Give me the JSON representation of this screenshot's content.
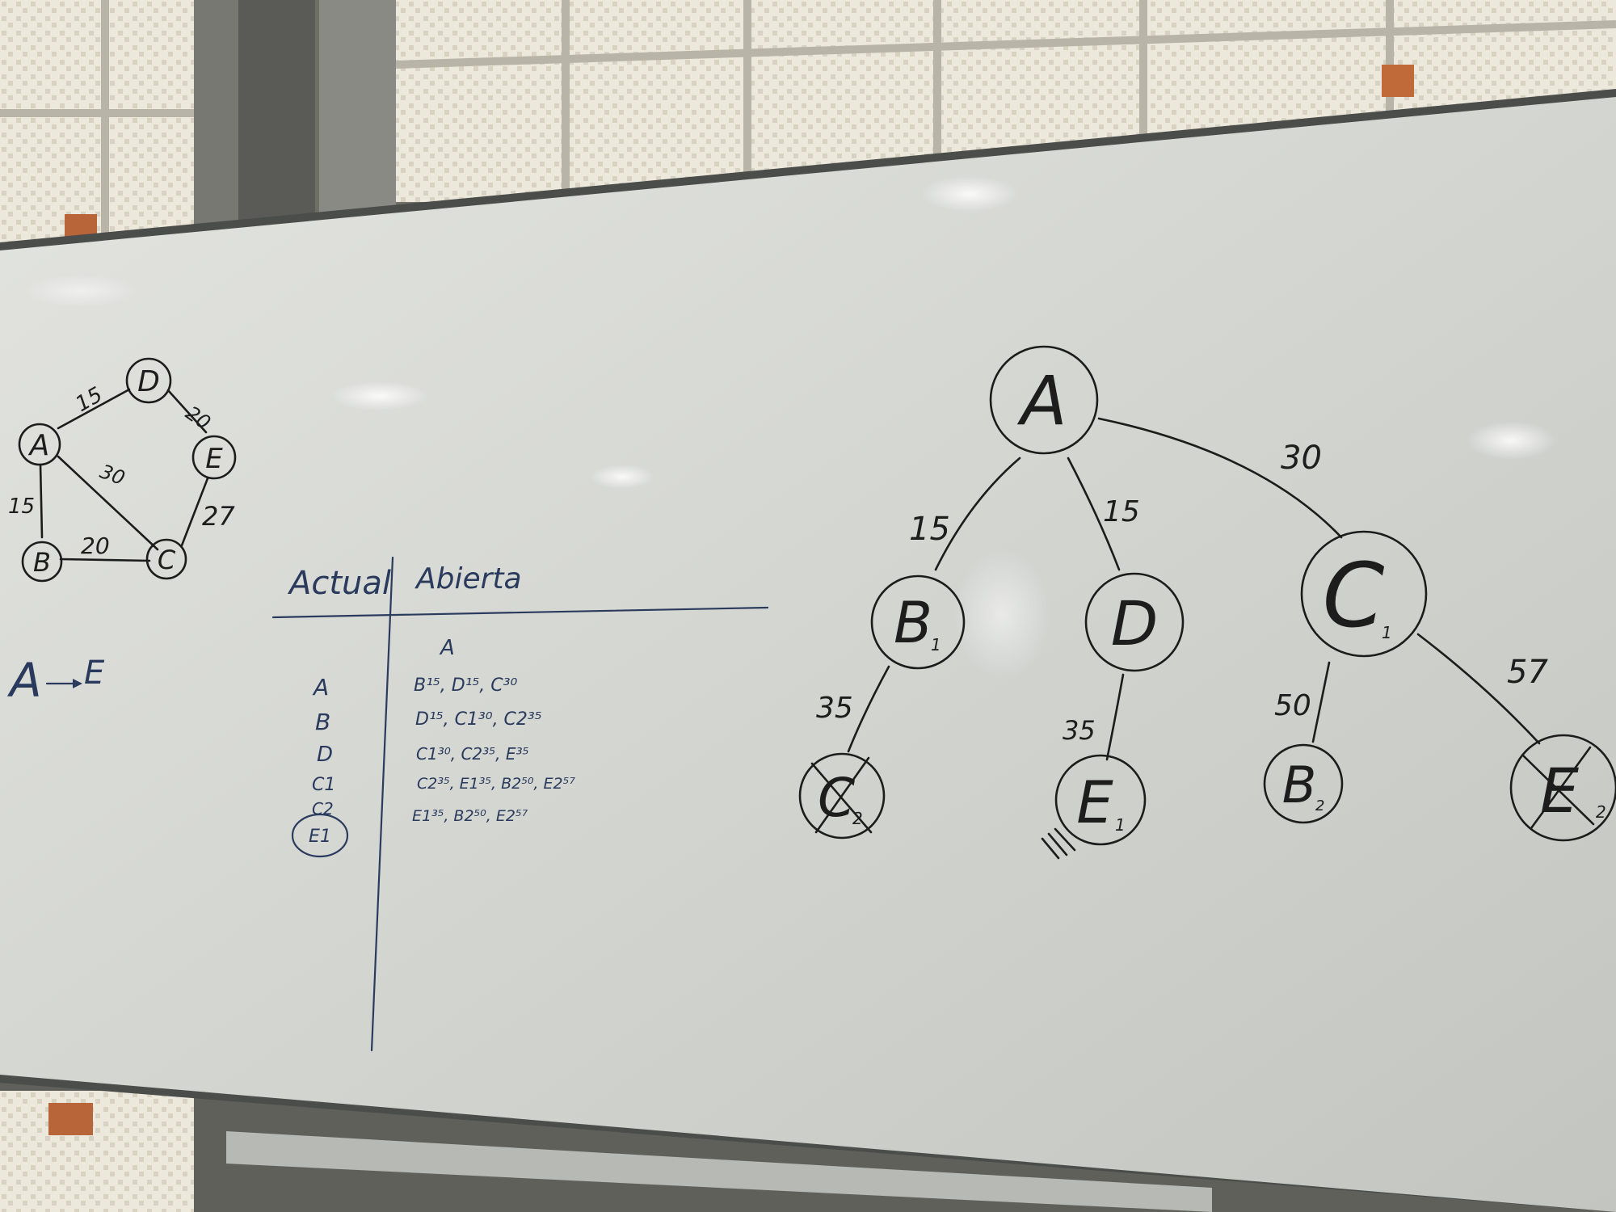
{
  "graph": {
    "nodes": [
      "A",
      "B",
      "C",
      "D",
      "E"
    ],
    "edges": [
      {
        "from": "A",
        "to": "D",
        "weight": "15"
      },
      {
        "from": "D",
        "to": "E",
        "weight": "20"
      },
      {
        "from": "A",
        "to": "C",
        "weight": "30"
      },
      {
        "from": "A",
        "to": "B",
        "weight": "15"
      },
      {
        "from": "B",
        "to": "C",
        "weight": "20"
      },
      {
        "from": "C",
        "to": "E",
        "weight": "27"
      }
    ]
  },
  "goal": {
    "from": "A",
    "to": "E"
  },
  "table": {
    "headers": {
      "actual": "Actual",
      "abierta": "Abierta"
    },
    "rows": [
      {
        "actual": "",
        "abierta": "A"
      },
      {
        "actual": "A",
        "abierta": "B¹⁵, D¹⁵, C³⁰"
      },
      {
        "actual": "B",
        "abierta": "D¹⁵, C1³⁰, C2³⁵"
      },
      {
        "actual": "D",
        "abierta": "C1³⁰, C2³⁵, E³⁵"
      },
      {
        "actual": "C1",
        "abierta": "C2³⁵, E1³⁵, B2⁵⁰, E2⁵⁷"
      },
      {
        "actual": "C2",
        "abierta": "E1³⁵, B2⁵⁰, E2⁵⁷"
      },
      {
        "actual": "E1",
        "abierta": ""
      }
    ]
  },
  "tree": {
    "root": "A",
    "nodes": [
      {
        "id": "A",
        "label": "A",
        "sub": ""
      },
      {
        "id": "B1",
        "label": "B",
        "sub": "1"
      },
      {
        "id": "D",
        "label": "D",
        "sub": ""
      },
      {
        "id": "C1",
        "label": "C",
        "sub": "1"
      },
      {
        "id": "C2",
        "label": "C",
        "sub": "2",
        "crossed": true
      },
      {
        "id": "E1",
        "label": "E",
        "sub": "1",
        "goal": true
      },
      {
        "id": "B2",
        "label": "B",
        "sub": "2"
      },
      {
        "id": "E2",
        "label": "E",
        "sub": "2",
        "crossed": true
      }
    ],
    "edges": [
      {
        "from": "A",
        "to": "B1",
        "cost": "15"
      },
      {
        "from": "A",
        "to": "D",
        "cost": "15"
      },
      {
        "from": "A",
        "to": "C1",
        "cost": "30"
      },
      {
        "from": "B1",
        "to": "C2",
        "cost": "35"
      },
      {
        "from": "D",
        "to": "E1",
        "cost": "35"
      },
      {
        "from": "C1",
        "to": "B2",
        "cost": "50"
      },
      {
        "from": "C1",
        "to": "E2",
        "cost": "57"
      }
    ]
  },
  "colors": {
    "board": "#d6d8d4",
    "frame": "#4b4d4a",
    "black_marker": "#1c1c1c",
    "blue_marker": "#2b3b5e",
    "window_glass": "#e6e2d6"
  }
}
